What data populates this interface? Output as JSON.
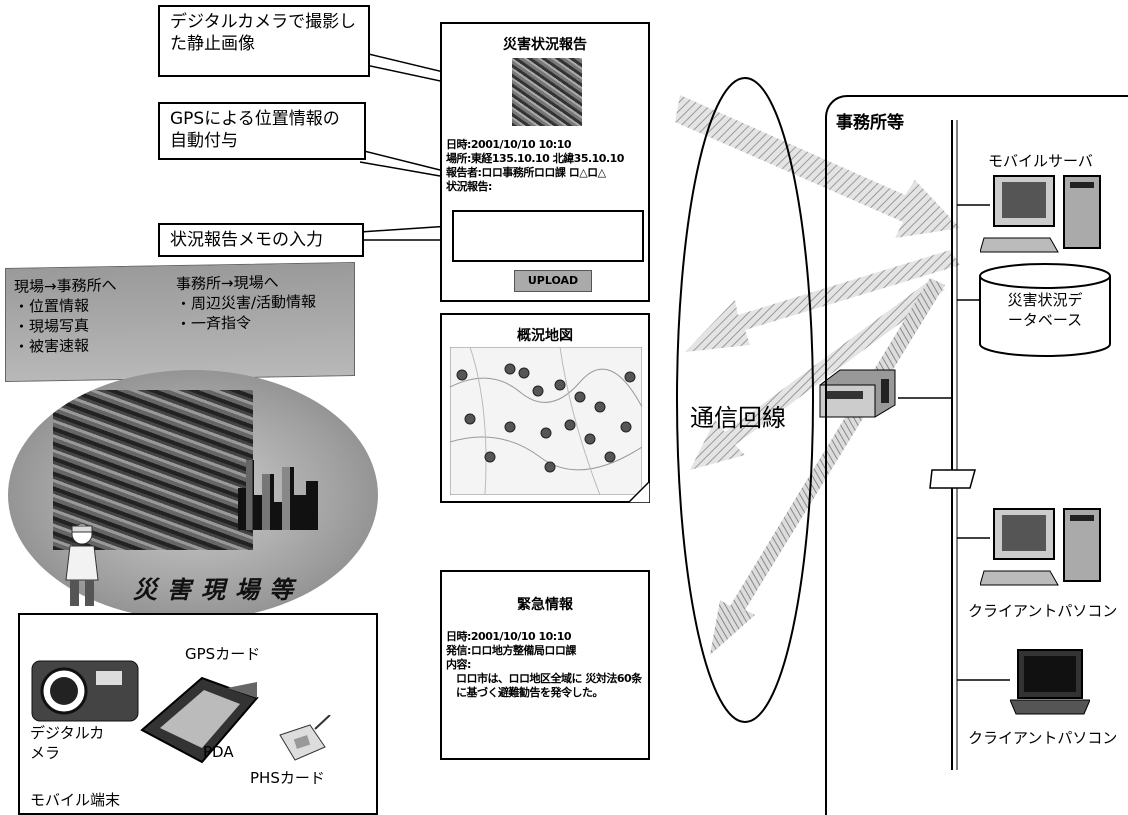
{
  "callouts": {
    "photo": "デジタルカメラで撮影した静止画像",
    "gps": "GPSによる位置情報の自動付与",
    "memo": "状況報告メモの入力"
  },
  "disaster_report": {
    "title": "災害状況報告",
    "datetime": "日時:2001/10/10 10:10",
    "place": "場所:東経135.10.10 北緯35.10.10",
    "reporter": "報告者:ロロ事務所ロロ課 ロ△ロ△",
    "status_label": "状況報告:",
    "upload_button": "UPLOAD"
  },
  "map_card": {
    "title": "概況地図"
  },
  "emergency_card": {
    "title": "緊急情報",
    "datetime": "日時:2001/10/10 10:10",
    "sender": "発信:ロロ地方整備局ロロ課",
    "content_label": "内容:",
    "content": "ロロ市は、ロロ地区全域に 災対法60条に基づく避難勧告を発令した。"
  },
  "banner": {
    "left_head": "現場→事務所へ",
    "left_items": [
      "・位置情報",
      "・現場写真",
      "・被害速報"
    ],
    "right_head": "事務所→現場へ",
    "right_items": [
      "・周辺災害/活動情報",
      "・一斉指令"
    ]
  },
  "site_label": "災害現場等",
  "mobile": {
    "gps_card": "GPSカード",
    "camera": "デジタルカメラ",
    "pda": "PDA",
    "phs": "PHSカード",
    "terminal": "モバイル端末"
  },
  "comm_line": "通信回線",
  "office": {
    "title": "事務所等",
    "server": "モバイルサーバ",
    "database": "災害状況データベース",
    "client1": "クライアントパソコン",
    "client2": "クライアントパソコン"
  }
}
